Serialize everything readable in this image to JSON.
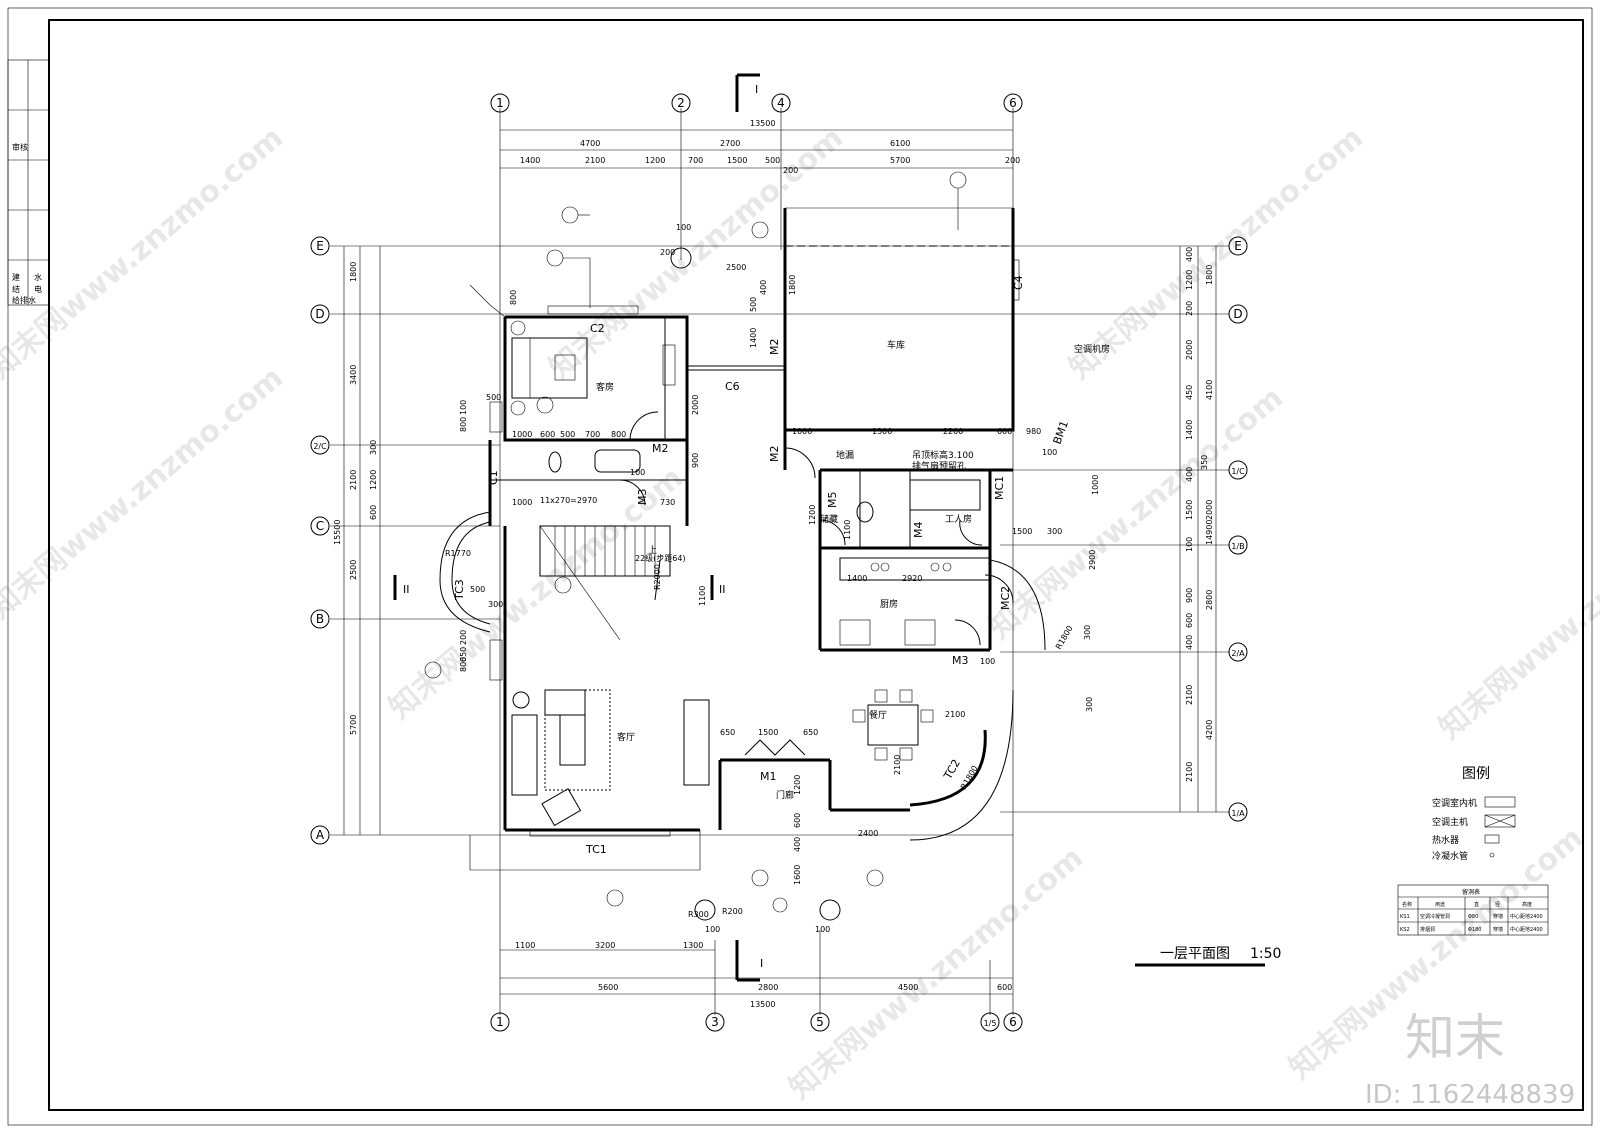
{
  "drawing": {
    "title": "一层平面图",
    "scale": "1:50",
    "section_mark": "I",
    "section_mark_2": "II",
    "watermark_text": "知末网www.znzmo.com",
    "brand": "知末",
    "id_text": "ID: 1162448839"
  },
  "title_block": {
    "labels": [
      "建",
      "结",
      "水",
      "电",
      "给排水",
      "审核"
    ]
  },
  "axes": {
    "top": [
      "1",
      "2",
      "4",
      "6"
    ],
    "bottom": [
      "1",
      "3",
      "5",
      "1/5",
      "6"
    ],
    "left": [
      "E",
      "D",
      "2/C",
      "C",
      "B",
      "A"
    ],
    "right": [
      "E",
      "D",
      "1/C",
      "1/B",
      "2/A",
      "1/A"
    ]
  },
  "dims_top": {
    "total": "13500",
    "row2": [
      "4700",
      "2700",
      "6100"
    ],
    "row3": [
      "1400",
      "2100",
      "1200",
      "700",
      "1500",
      "500",
      "5700",
      "200"
    ],
    "extra": [
      "200",
      "100",
      "200"
    ]
  },
  "dims_bottom": {
    "total": "13500",
    "row2": [
      "5600",
      "2800",
      "4500",
      "600"
    ],
    "row3": [
      "1100",
      "3200",
      "1300"
    ],
    "extra": [
      "100",
      "100",
      "R300",
      "R200"
    ]
  },
  "dims_left": {
    "total": "15500",
    "row2": [
      "1800",
      "3400",
      "2100",
      "2500",
      "5700"
    ],
    "row3": [
      "800",
      "500",
      "100",
      "800",
      "300",
      "1200",
      "600",
      "500",
      "300",
      "200",
      "650",
      "800"
    ]
  },
  "dims_right": {
    "total": "14900",
    "row2": [
      "1800",
      "4100",
      "2000",
      "2800",
      "4200"
    ],
    "row3": [
      "400",
      "1200",
      "200",
      "2000",
      "450",
      "1400",
      "400",
      "350",
      "1500",
      "100",
      "900",
      "600",
      "400",
      "300",
      "2100",
      "2100"
    ]
  },
  "interior_dims": [
    "2500",
    "400",
    "1800",
    "500",
    "1400",
    "2000",
    "900",
    "1000",
    "600",
    "500",
    "700",
    "800",
    "1000",
    "1300",
    "2200",
    "600",
    "980",
    "100",
    "1000",
    "730",
    "1200",
    "1100",
    "1100",
    "100",
    "2900",
    "1400",
    "2920",
    "100",
    "650",
    "1500",
    "650",
    "2100",
    "2100",
    "1200",
    "600",
    "400",
    "1600",
    "2400",
    "1000",
    "300",
    "1500",
    "300",
    "11x270=2970",
    "22级(步距64)",
    "R1770",
    "R1800",
    "R1800",
    "R2000"
  ],
  "rooms": {
    "guest_room": "客房",
    "garage": "车库",
    "ac_room": "空调机房",
    "floor_drain": "地漏",
    "storage": "储藏",
    "servant_room": "工人房",
    "kitchen": "厨房",
    "living_room": "客厅",
    "dining_room": "餐厅",
    "porch": "门廊",
    "up": "上",
    "note_hood": "吊顶标高3.100",
    "note_vent": "排气扇预留孔"
  },
  "openings": [
    "C2",
    "C6",
    "M2",
    "M2",
    "M2",
    "C1",
    "M3",
    "M5",
    "M4",
    "MC1",
    "MC2",
    "M3",
    "TC3",
    "TC1",
    "M1",
    "TC2",
    "C4",
    "BM1"
  ],
  "legend": {
    "title": "图例",
    "items": [
      "空调室内机",
      "空调主机",
      "热水器",
      "冷凝水管"
    ]
  },
  "schedule": {
    "title": "留洞表",
    "headers": [
      "名称",
      "用途",
      "直",
      "径",
      "高度"
    ],
    "rows": [
      [
        "KS1",
        "空调冷凝管洞",
        "Φ80",
        "穿墙",
        "中心距地2400"
      ],
      [
        "KS2",
        "排烟洞",
        "Φ180",
        "穿墙",
        "中心距地2400"
      ]
    ]
  }
}
